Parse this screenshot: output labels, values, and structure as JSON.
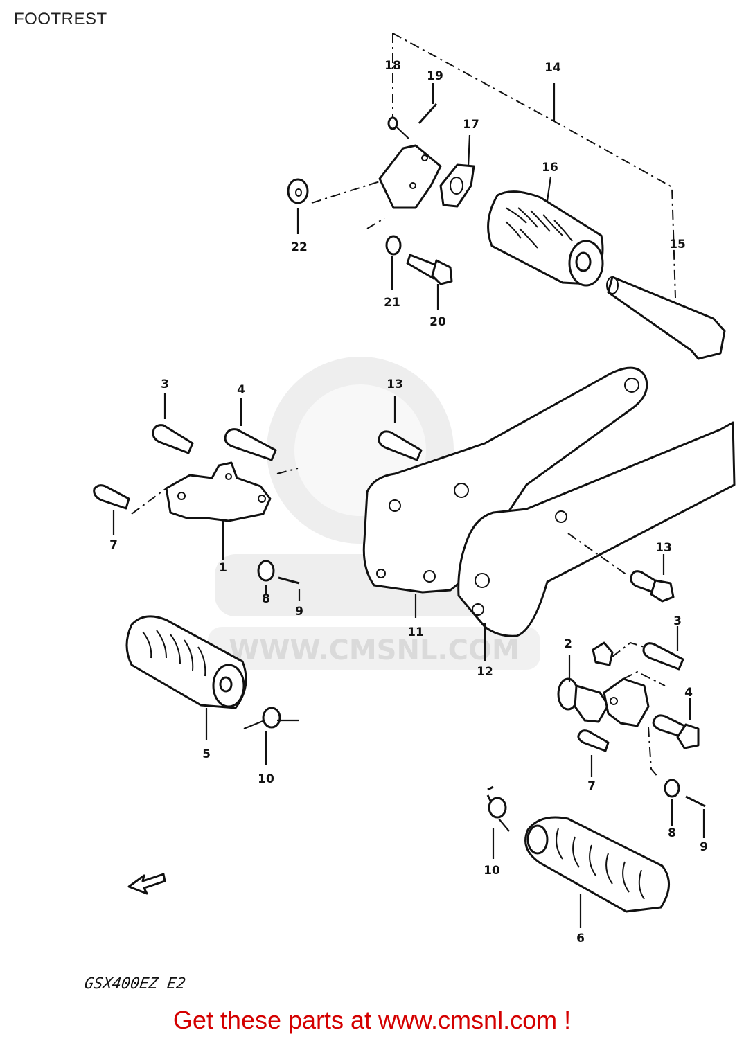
{
  "title": "FOOTREST",
  "model_code": "GSX400EZ E2",
  "footer": "Get these parts at www.cmsnl.com !",
  "watermark": "WWW.CMSNL.COM",
  "colors": {
    "footer_text": "#d40000",
    "line": "#111111",
    "watermark": "#dadada"
  },
  "callouts": [
    {
      "id": "c1",
      "label": "1"
    },
    {
      "id": "c2",
      "label": "2"
    },
    {
      "id": "c3a",
      "label": "3"
    },
    {
      "id": "c3b",
      "label": "3"
    },
    {
      "id": "c4a",
      "label": "4"
    },
    {
      "id": "c4b",
      "label": "4"
    },
    {
      "id": "c5",
      "label": "5"
    },
    {
      "id": "c6",
      "label": "6"
    },
    {
      "id": "c7a",
      "label": "7"
    },
    {
      "id": "c7b",
      "label": "7"
    },
    {
      "id": "c8a",
      "label": "8"
    },
    {
      "id": "c8b",
      "label": "8"
    },
    {
      "id": "c9a",
      "label": "9"
    },
    {
      "id": "c9b",
      "label": "9"
    },
    {
      "id": "c10a",
      "label": "10"
    },
    {
      "id": "c10b",
      "label": "10"
    },
    {
      "id": "c11",
      "label": "11"
    },
    {
      "id": "c12",
      "label": "12"
    },
    {
      "id": "c13a",
      "label": "13"
    },
    {
      "id": "c13b",
      "label": "13"
    },
    {
      "id": "c14",
      "label": "14"
    },
    {
      "id": "c15",
      "label": "15"
    },
    {
      "id": "c16",
      "label": "16"
    },
    {
      "id": "c17",
      "label": "17"
    },
    {
      "id": "c18",
      "label": "18"
    },
    {
      "id": "c19",
      "label": "19"
    },
    {
      "id": "c20",
      "label": "20"
    },
    {
      "id": "c21",
      "label": "21"
    },
    {
      "id": "c22",
      "label": "22"
    }
  ]
}
